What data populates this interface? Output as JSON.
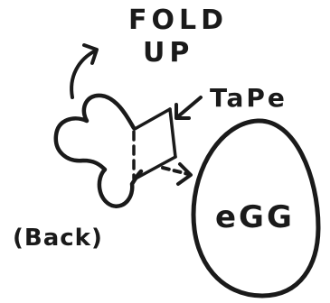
{
  "labels": {
    "fold_line1": "FOLD",
    "fold_line2": "UP",
    "tape": "TaPe",
    "egg": "eGG",
    "back": "(Back)"
  },
  "colors": {
    "ink": "#1a1a1a",
    "paper": "#ffffff"
  },
  "icons": {
    "fold_arrow": "curved-arrow-up-right",
    "tape_arrow": "arrow-down-left",
    "egg_arrow": "dashed-arrow-right"
  }
}
